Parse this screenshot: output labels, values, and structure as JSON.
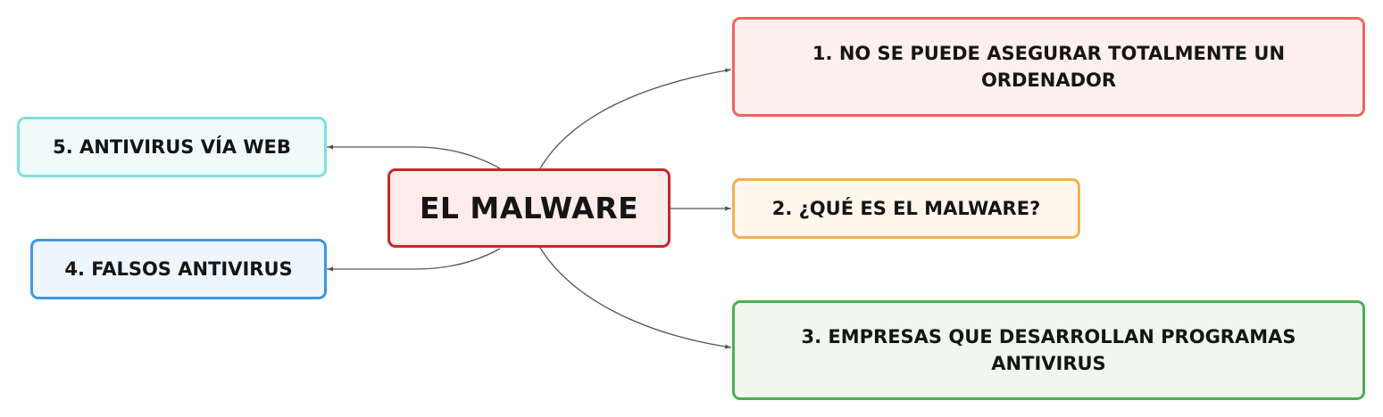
{
  "diagram": {
    "type": "mind-map",
    "central": {
      "label": "EL MALWARE",
      "border_color": "#c62828",
      "fill_color": "#fdecea"
    },
    "branches": [
      {
        "id": "branch-1",
        "label": "1. NO SE PUEDE ASEGURAR TOTALMENTE UN ORDENADOR",
        "side": "right",
        "border_color": "#e8685a",
        "fill_color": "#fdf0ed"
      },
      {
        "id": "branch-2",
        "label": "2. ¿QUÉ ES EL MALWARE?",
        "side": "right",
        "border_color": "#f5ae55",
        "fill_color": "#fff6ec"
      },
      {
        "id": "branch-3",
        "label": "3. EMPRESAS QUE DESARROLLAN PROGRAMAS ANTIVIRUS",
        "side": "right",
        "border_color": "#4caf50",
        "fill_color": "#eff8ef"
      },
      {
        "id": "branch-4",
        "label": "4. FALSOS ANTIVIRUS",
        "side": "left",
        "border_color": "#3f97dc",
        "fill_color": "#eef6fd"
      },
      {
        "id": "branch-5",
        "label": "5. ANTIVIRUS VÍA WEB",
        "side": "left",
        "border_color": "#7fe0e0",
        "fill_color": "#effbfb"
      }
    ],
    "connector_color": "#555555"
  }
}
